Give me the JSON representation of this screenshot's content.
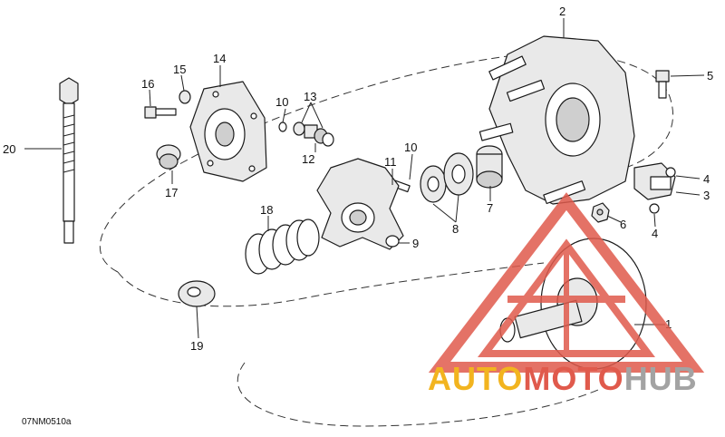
{
  "diagram": {
    "reference_code": "07NM0510a",
    "callouts": [
      "1",
      "2",
      "3",
      "4",
      "4",
      "5",
      "6",
      "7",
      "8",
      "9",
      "10",
      "10",
      "11",
      "12",
      "13",
      "14",
      "15",
      "16",
      "17",
      "18",
      "19",
      "20"
    ]
  },
  "watermark": {
    "brand_part1": "AUTO",
    "brand_part2": "MOTO",
    "brand_part3": "HUB",
    "colors": {
      "yellow": "#f2b41f",
      "red": "#e05a4c",
      "gray": "#a3a3a3"
    }
  }
}
